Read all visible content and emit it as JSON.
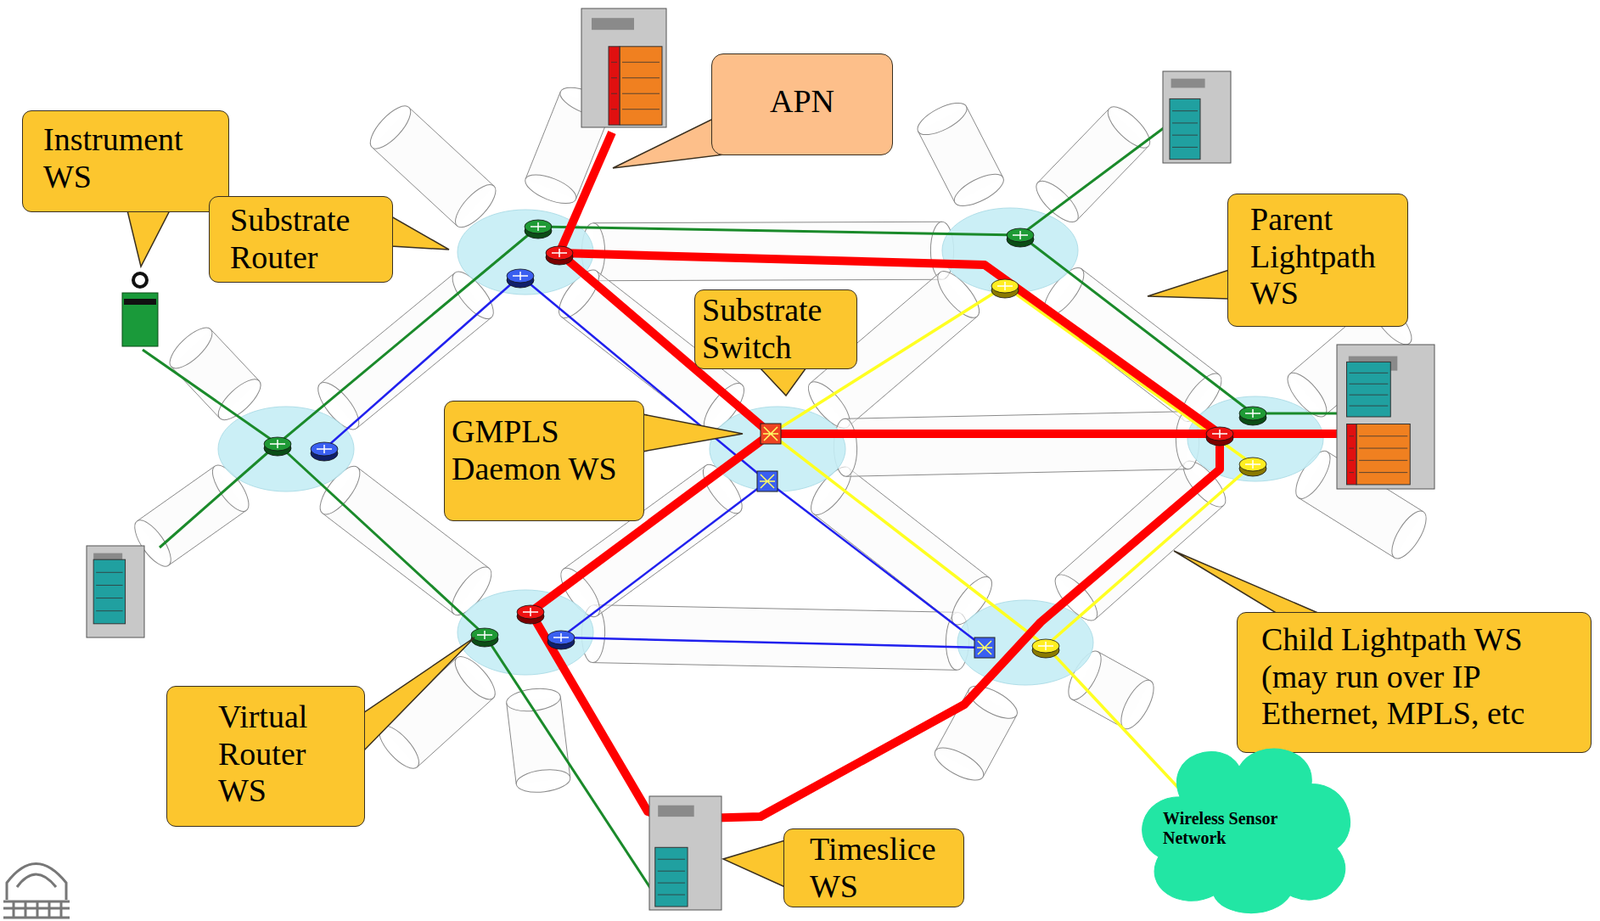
{
  "diagram": {
    "nodes": [
      {
        "text": [
          "APN"
        ]
      },
      {
        "text": [
          "Instrument WS"
        ]
      },
      {
        "text": [
          "Substrate Router"
        ]
      },
      {
        "text": [
          "Parent Lightpath WS"
        ]
      },
      {
        "text": [
          "Substrate Switch"
        ]
      },
      {
        "text": [
          "GMPLS Daemon WS"
        ]
      },
      {
        "text": [
          "Child Lightpath WS (may run over IP Ethernet, MPLS, etc"
        ]
      },
      {
        "text": [
          "Virtual Router WS"
        ]
      },
      {
        "text": [
          "Timeslice WS"
        ]
      },
      {
        "text": [
          "Wireless Sensor Network"
        ]
      }
    ]
  }
}
